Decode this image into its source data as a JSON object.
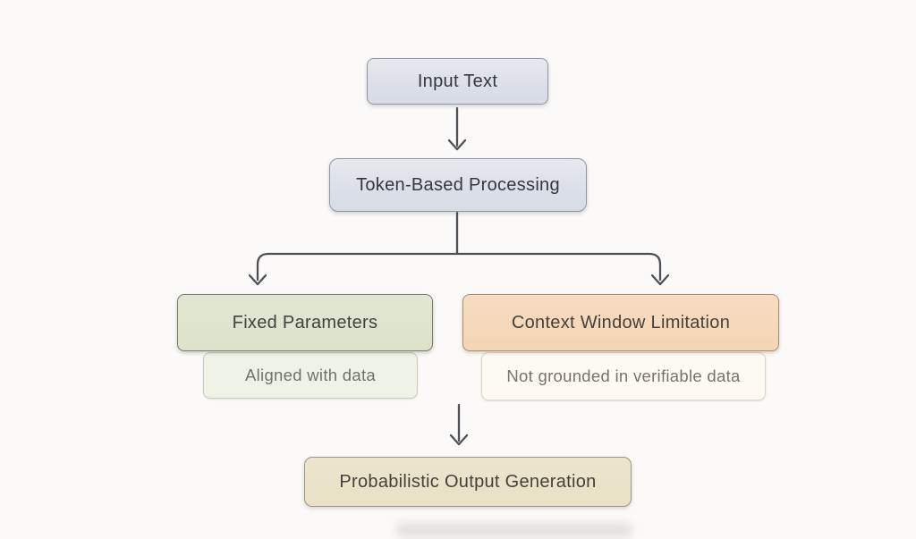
{
  "canvas": {
    "background": "#fbfaf9"
  },
  "diagram": {
    "type": "flowchart",
    "nodes": {
      "input_text": {
        "label": "Input Text",
        "fill": "#dfe3e9",
        "border": "#9097a0",
        "text_color": "#34383e"
      },
      "token_processing": {
        "label": "Token-Based Processing",
        "fill": "#dde1e9",
        "border": "#9097a0",
        "text_color": "#34383e"
      },
      "fixed_parameters": {
        "label": "Fixed Parameters",
        "fill": "#dee4cd",
        "border": "#767b6a",
        "text_color": "#3e4339"
      },
      "aligned_with_data": {
        "label": "Aligned with data",
        "fill": "#eff3e6",
        "border": "#c9ccbe",
        "text_color": "#6e726b"
      },
      "context_window": {
        "label": "Context Window Limitation",
        "fill": "#f6d9bc",
        "border": "#ab8b6f",
        "text_color": "#46403a"
      },
      "not_grounded": {
        "label": "Not grounded in verifiable data",
        "fill": "#fdfaf2",
        "border": "#dad5c6",
        "text_color": "#767369"
      },
      "probabilistic_output": {
        "label": "Probabilistic Output Generation",
        "fill": "#eae3c9",
        "border": "#9a968b",
        "text_color": "#44413b"
      }
    },
    "edges": [
      {
        "from": "input_text",
        "to": "token_processing"
      },
      {
        "from": "token_processing",
        "to": "fixed_parameters"
      },
      {
        "from": "token_processing",
        "to": "context_window"
      },
      {
        "from": "branch_center",
        "to": "probabilistic_output"
      }
    ],
    "connector_color": "#4d5156"
  }
}
